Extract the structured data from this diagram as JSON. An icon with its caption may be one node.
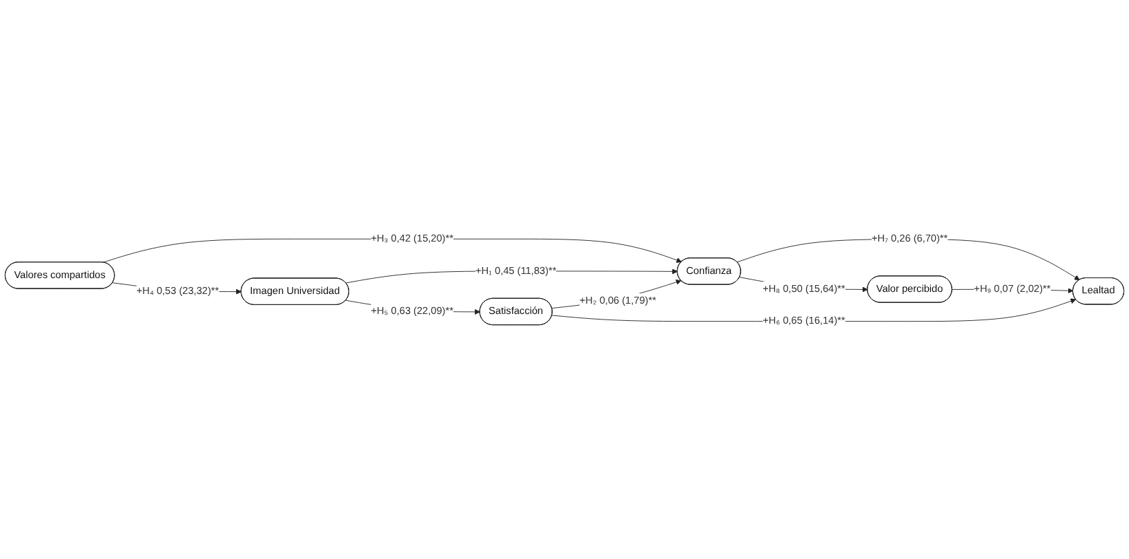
{
  "diagram": {
    "nodes": [
      {
        "text": [
          "Valores compartidos"
        ]
      },
      {
        "text": [
          "Imagen Universidad"
        ]
      },
      {
        "text": [
          "Confianza"
        ]
      },
      {
        "text": [
          "Valor percibido"
        ]
      },
      {
        "text": [
          "Satisfacción"
        ]
      },
      {
        "text": [
          "Lealtad"
        ]
      }
    ],
    "edges": [
      {
        "from": 0,
        "to": 2,
        "arrow": "to",
        "label": "+H₃ 0,42 (15,20)**"
      },
      {
        "from": 0,
        "to": 1,
        "arrow": "to",
        "label": "+H₄ 0,53 (23,32)**"
      },
      {
        "from": 1,
        "to": 2,
        "arrow": "to",
        "label": "+H₁ 0,45 (11,83)**"
      },
      {
        "from": 1,
        "to": 4,
        "arrow": "to",
        "label": "+H₅ 0,63 (22,09)**"
      },
      {
        "from": 4,
        "to": 2,
        "arrow": "to",
        "label": "+H₂ 0,06 (1,79)**"
      },
      {
        "from": 2,
        "to": 3,
        "arrow": "to",
        "label": "+H₈ 0,50 (15,64)**"
      },
      {
        "from": 2,
        "to": 5,
        "arrow": "to",
        "label": "+H₇ 0,26 (6,70)**"
      },
      {
        "from": 3,
        "to": 5,
        "arrow": "to",
        "label": "+H₉ 0,07 (2,02)**"
      },
      {
        "from": 4,
        "to": 5,
        "arrow": "to",
        "label": "+H₆ 0,65 (16,14)**"
      }
    ]
  }
}
